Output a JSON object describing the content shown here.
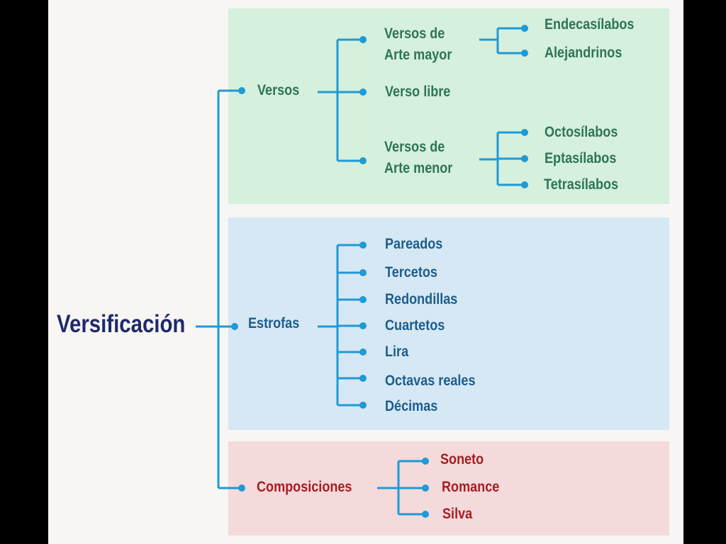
{
  "colors": {
    "root": "#1f2a6b",
    "connector": "#1e9ad6",
    "versos_bg": "#d5f0dc",
    "versos_text": "#2e7554",
    "estrofas_bg": "#d6e8f4",
    "estrofas_text": "#1c5d8c",
    "composiciones_bg": "#f4dadb",
    "composiciones_text": "#a51e22"
  },
  "root": "Versificación",
  "versos": {
    "label": "Versos",
    "arte_mayor": {
      "line1": "Versos de",
      "line2": "Arte mayor",
      "items": [
        "Endecasílabos",
        "Alejandrinos"
      ]
    },
    "libre": "Verso libre",
    "arte_menor": {
      "line1": "Versos de",
      "line2": "Arte menor",
      "items": [
        "Octosílabos",
        "Eptasílabos",
        "Tetrasílabos"
      ]
    }
  },
  "estrofas": {
    "label": "Estrofas",
    "items": [
      "Pareados",
      "Tercetos",
      "Redondillas",
      "Cuartetos",
      "Lira",
      "Octavas reales",
      "Décimas"
    ]
  },
  "composiciones": {
    "label": "Composiciones",
    "items": [
      "Soneto",
      "Romance",
      "Silva"
    ]
  }
}
